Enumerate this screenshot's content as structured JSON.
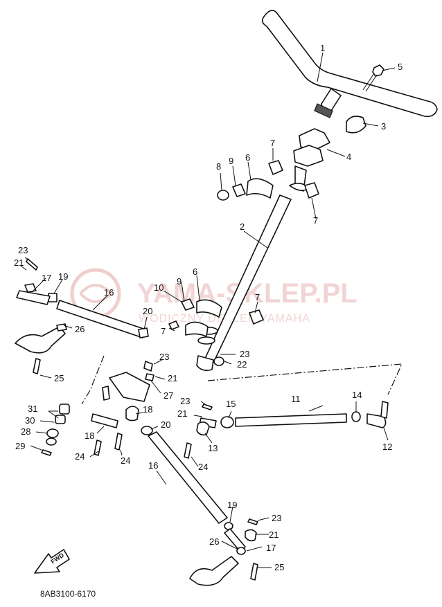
{
  "diagram_code": "8AB3100-6170",
  "fwd_label": "FWD",
  "watermark": {
    "title": "YAMA-SKLEP.PL",
    "subtitle": "WODICZNY DEALER YAMAHA",
    "color": "#e8b8b8"
  },
  "callouts": [
    {
      "id": "c1",
      "label": "1"
    },
    {
      "id": "c2",
      "label": "2"
    },
    {
      "id": "c3",
      "label": "3"
    },
    {
      "id": "c4",
      "label": "4"
    },
    {
      "id": "c5",
      "label": "5"
    },
    {
      "id": "c6a",
      "label": "6"
    },
    {
      "id": "c6b",
      "label": "6"
    },
    {
      "id": "c7a",
      "label": "7"
    },
    {
      "id": "c7b",
      "label": "7"
    },
    {
      "id": "c7c",
      "label": "7"
    },
    {
      "id": "c7d",
      "label": "7"
    },
    {
      "id": "c8",
      "label": "8"
    },
    {
      "id": "c9a",
      "label": "9"
    },
    {
      "id": "c9b",
      "label": "9"
    },
    {
      "id": "c10",
      "label": "10"
    },
    {
      "id": "c11",
      "label": "11"
    },
    {
      "id": "c12",
      "label": "12"
    },
    {
      "id": "c13",
      "label": "13"
    },
    {
      "id": "c14",
      "label": "14"
    },
    {
      "id": "c15",
      "label": "15"
    },
    {
      "id": "c16a",
      "label": "16"
    },
    {
      "id": "c16b",
      "label": "16"
    },
    {
      "id": "c17a",
      "label": "17"
    },
    {
      "id": "c17b",
      "label": "17"
    },
    {
      "id": "c18a",
      "label": "18"
    },
    {
      "id": "c18b",
      "label": "18"
    },
    {
      "id": "c19a",
      "label": "19"
    },
    {
      "id": "c19b",
      "label": "19"
    },
    {
      "id": "c20a",
      "label": "20"
    },
    {
      "id": "c20b",
      "label": "20"
    },
    {
      "id": "c21a",
      "label": "21"
    },
    {
      "id": "c21b",
      "label": "21"
    },
    {
      "id": "c21c",
      "label": "21"
    },
    {
      "id": "c21d",
      "label": "21"
    },
    {
      "id": "c22",
      "label": "22"
    },
    {
      "id": "c23a",
      "label": "23"
    },
    {
      "id": "c23b",
      "label": "23"
    },
    {
      "id": "c23c",
      "label": "23"
    },
    {
      "id": "c23d",
      "label": "23"
    },
    {
      "id": "c23e",
      "label": "23"
    },
    {
      "id": "c24a",
      "label": "24"
    },
    {
      "id": "c24b",
      "label": "24"
    },
    {
      "id": "c24c",
      "label": "24"
    },
    {
      "id": "c25a",
      "label": "25"
    },
    {
      "id": "c25b",
      "label": "25"
    },
    {
      "id": "c26a",
      "label": "26"
    },
    {
      "id": "c26b",
      "label": "26"
    },
    {
      "id": "c27",
      "label": "27"
    },
    {
      "id": "c28",
      "label": "28"
    },
    {
      "id": "c29",
      "label": "29"
    },
    {
      "id": "c30",
      "label": "30"
    },
    {
      "id": "c31",
      "label": "31"
    }
  ]
}
